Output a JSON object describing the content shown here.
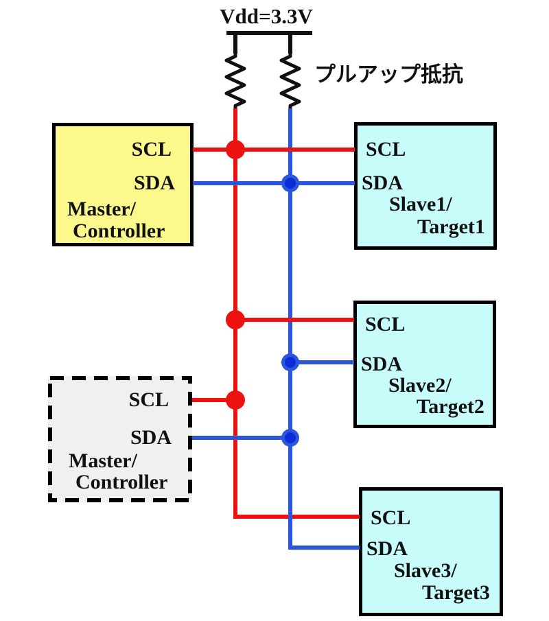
{
  "colors": {
    "scl": "#ee1111",
    "sda": "#2b55dd",
    "sda_dark": "#0b2ad8",
    "wire_black": "#111111",
    "master_fill": "#fbf88c",
    "master2_fill": "#f0f0f0",
    "slave_fill": "#c7fcfa",
    "border": "#000000"
  },
  "power": {
    "vdd": "Vdd=3.3V",
    "pullup": "プルアップ抵抗"
  },
  "nodes": {
    "master1": {
      "scl": "SCL",
      "sda": "SDA",
      "name1": "Master/",
      "name2": "Controller"
    },
    "master2": {
      "scl": "SCL",
      "sda": "SDA",
      "name1": "Master/",
      "name2": "Controller"
    },
    "slave1": {
      "scl": "SCL",
      "sda": "SDA",
      "name1": "Slave1/",
      "name2": "Target1"
    },
    "slave2": {
      "scl": "SCL",
      "sda": "SDA",
      "name1": "Slave2/",
      "name2": "Target2"
    },
    "slave3": {
      "scl": "SCL",
      "sda": "SDA",
      "name1": "Slave3/",
      "name2": "Target3"
    }
  }
}
